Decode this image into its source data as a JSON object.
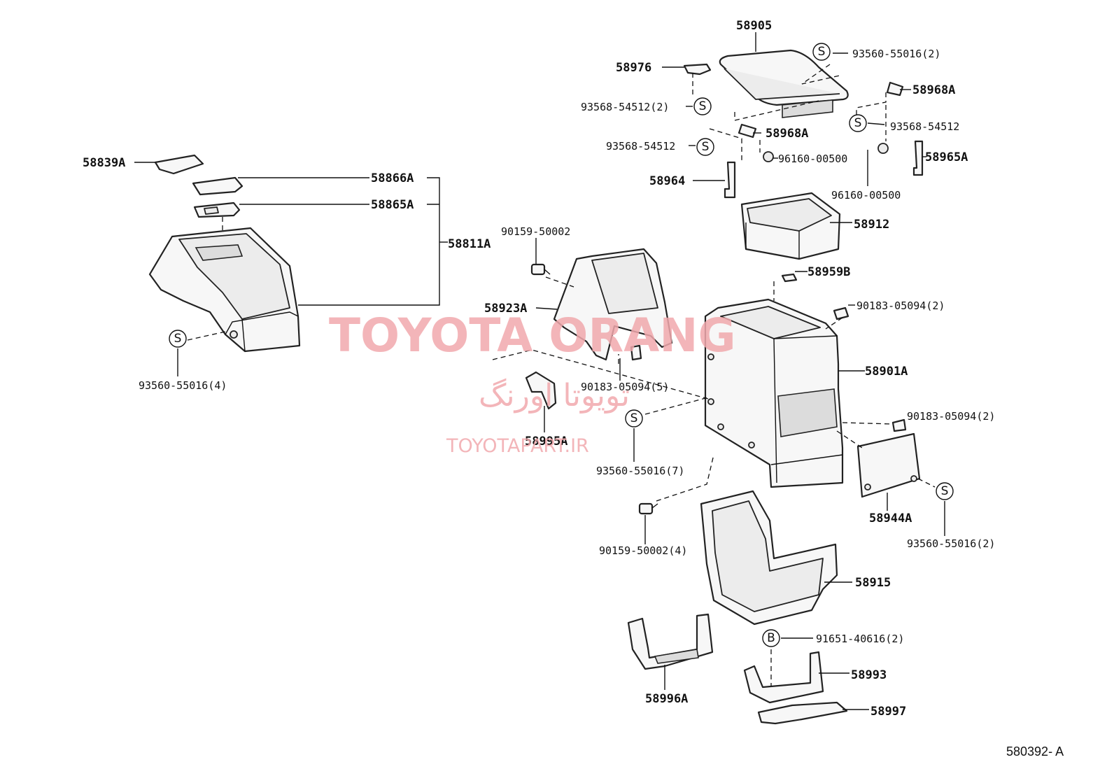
{
  "labels": {
    "p58905": "58905",
    "p93560_55016_2_top": "93560-55016(2)",
    "p58976": "58976",
    "p58968A_right": "58968A",
    "p93568_54512_2": "93568-54512(2)",
    "p93568_54512_right": "93568-54512",
    "p58968A_mid": "58968A",
    "p93568_54512_left": "93568-54512",
    "p96160_00500_mid": "96160-00500",
    "p58965A": "58965A",
    "p58964": "58964",
    "p96160_00500_low": "96160-00500",
    "p58912": "58912",
    "p58839A": "58839A",
    "p58866A": "58866A",
    "p58865A": "58865A",
    "p58811A": "58811A",
    "p90159_50002": "90159-50002",
    "p58959B": "58959B",
    "p58923A": "58923A",
    "p90183_05094_2_top": "90183-05094(2)",
    "p58901A": "58901A",
    "p93560_55016_4": "93560-55016(4)",
    "p90183_05094_5": "90183-05094(5)",
    "p90183_05094_2_mid": "90183-05094(2)",
    "p58995A": "58995A",
    "p93560_55016_7": "93560-55016(7)",
    "p58944A": "58944A",
    "p90159_50002_4": "90159-50002(4)",
    "p93560_55016_2_bot": "93560-55016(2)",
    "p58915": "58915",
    "p91651_40616_2": "91651-40616(2)",
    "p58993": "58993",
    "p58996A": "58996A",
    "p58997": "58997"
  },
  "symbols": {
    "screw": "S",
    "bolt": "B"
  },
  "watermark": {
    "main": "TOYOTA ORANG",
    "farsi": "تویوتا اورنگ",
    "url": "TOYOTAPART.IR"
  },
  "illustration_code": "580392- A"
}
